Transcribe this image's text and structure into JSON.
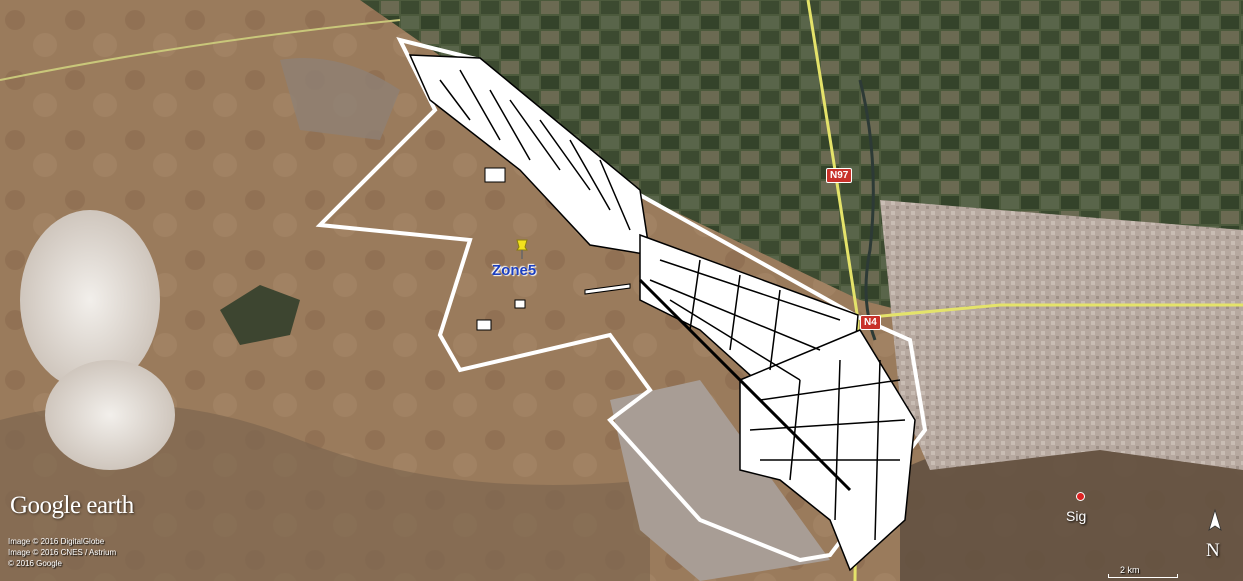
{
  "map": {
    "zone_label": "Zone5",
    "city_label": "Sig",
    "roads": {
      "n97": "N97",
      "n4": "N4"
    },
    "logo": "Google earth",
    "credits": [
      "Image © 2016 DigitalGlobe",
      "Image © 2016 CNES / Astrium",
      "© 2016 Google"
    ],
    "compass_label": "N",
    "scale_label": "2 km"
  },
  "colors": {
    "arid_land": "#9a7b5c",
    "irrigated_fields": "#4c5a3c",
    "urban": "#b7a9a0",
    "boundary": "#ffffff",
    "road_yellow": "#e4e36a",
    "salt_flat": "#e8e5e1"
  }
}
